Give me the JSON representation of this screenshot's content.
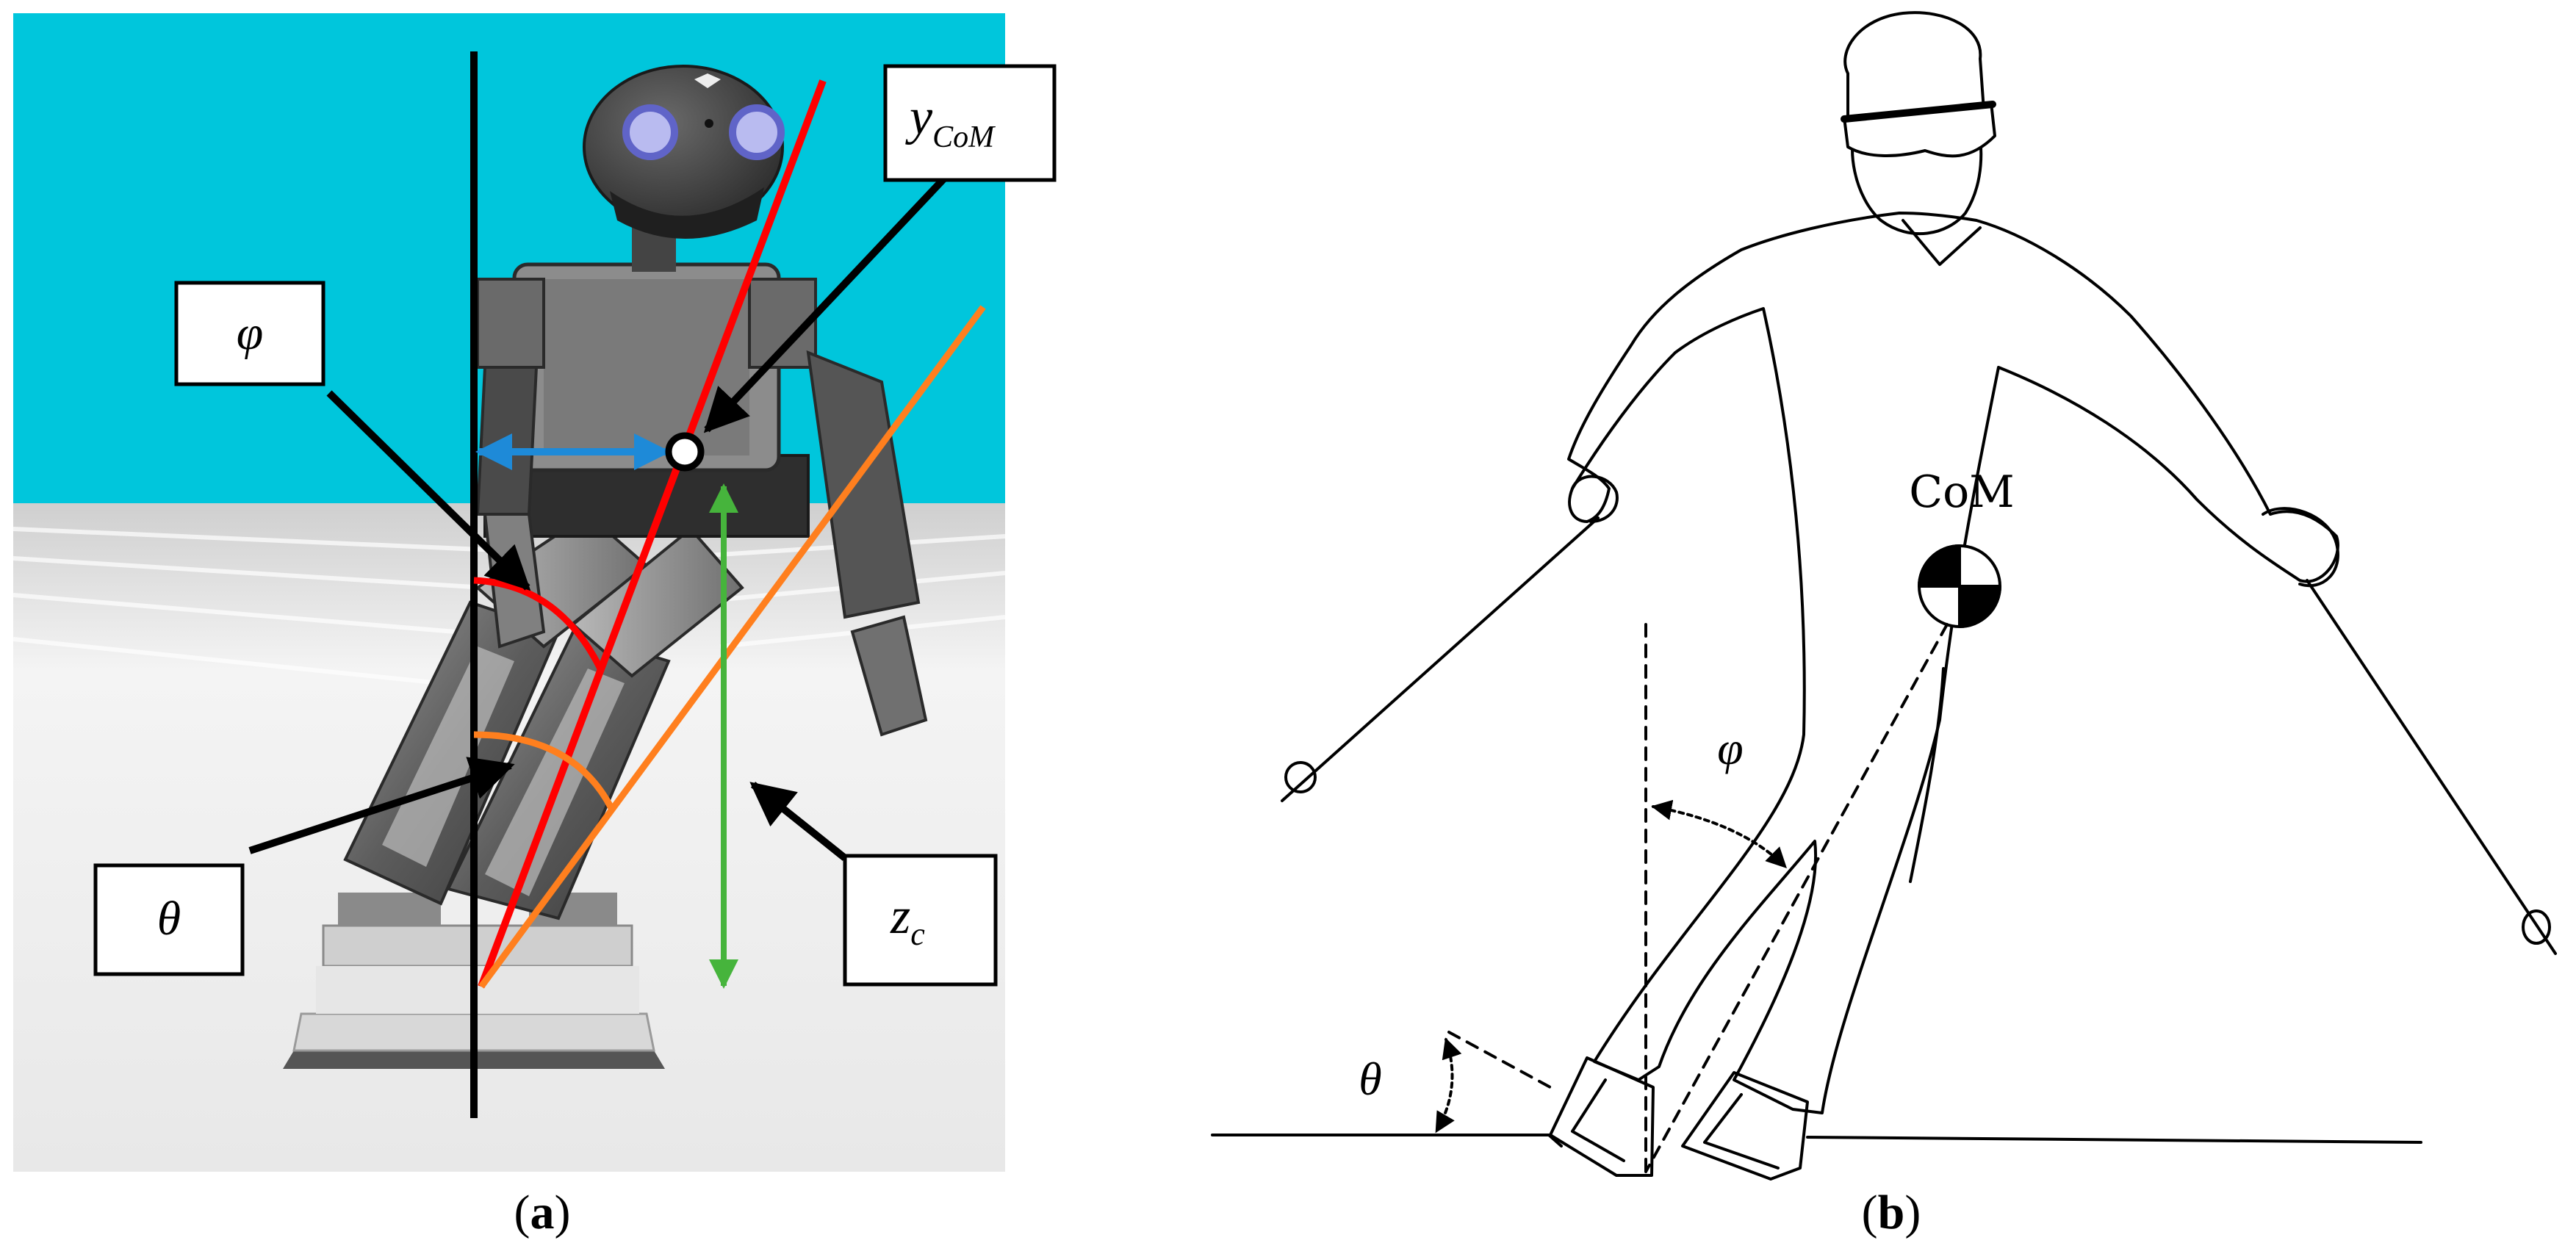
{
  "panel_a": {
    "caption_open": "(",
    "caption_letter": "a",
    "caption_close": ")",
    "labels": {
      "phi": "φ",
      "theta": "θ",
      "ycom_main": "y",
      "ycom_sub": "CoM",
      "zc_main": "z",
      "zc_sub": "c"
    },
    "colors": {
      "sky": "#00c6dc",
      "ground": "#eeeeee",
      "vertical_axis": "#000000",
      "body_axis": "#ff0000",
      "leg_axis": "#ff7f1e",
      "height_arrow": "#46b43c",
      "offset_arrow": "#1e8ad8"
    }
  },
  "panel_b": {
    "caption_open": "(",
    "caption_letter": "b",
    "caption_close": ")",
    "labels": {
      "com": "CoM",
      "phi": "φ",
      "theta": "θ"
    }
  }
}
